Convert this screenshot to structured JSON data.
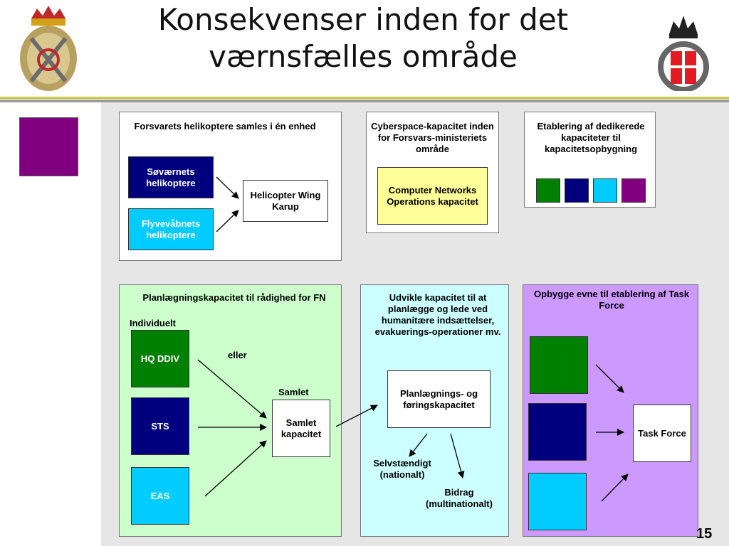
{
  "title": "Konsekvenser inden for det værnsfælles område",
  "page_number": "15",
  "panel1": {
    "heading": "Forsvarets helikoptere samles i én enhed",
    "navy_box": "Søværnets helikoptere",
    "cyan_box": "Flyvevåbnets helikoptere",
    "result_box": "Helicopter Wing Karup"
  },
  "panel2": {
    "heading": "Cyberspace-kapacitet inden for Forsvars-ministeriets område",
    "yellow_box": "Computer Networks Operations kapacitet"
  },
  "panel3": {
    "heading": "Etablering af dedikerede kapaciteter til kapacitetsopbygning"
  },
  "panel4": {
    "heading": "Planlægningskapacitet til rådighed for FN",
    "individuelt": "Individuelt",
    "eller": "eller",
    "samlet_label": "Samlet",
    "box_hq": "HQ DDIV",
    "box_sts": "STS",
    "box_eas": "EAS",
    "box_samlet": "Samlet kapacitet"
  },
  "panel5": {
    "heading": "Udvikle kapacitet til at planlægge og lede ved humanitære indsættelser, evakuerings-operationer mv.",
    "box": "Planlægnings- og føringskapacitet",
    "selvstaendigt": "Selvstændigt (nationalt)",
    "bidrag": "Bidrag (multinationalt)"
  },
  "panel6": {
    "heading": "Opbygge evne til etablering af Task Force",
    "box": "Task Force"
  },
  "colors": {
    "navy": "#00007f",
    "cyan": "#00ccff",
    "green": "#008000",
    "purple": "#800080",
    "light_green": "#ccffcc",
    "light_cyan": "#ccffff",
    "light_purple": "#cc99ff",
    "yellow": "#ffff99"
  }
}
